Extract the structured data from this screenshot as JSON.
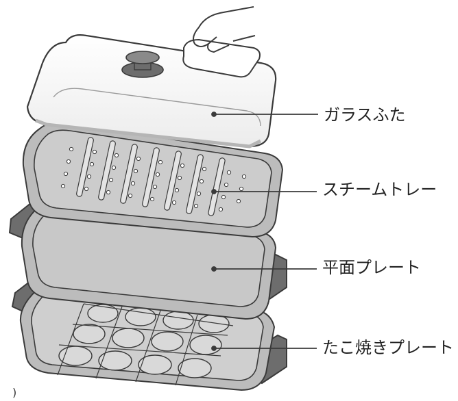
{
  "labels": {
    "glass_lid": "ガラスふた",
    "steam_tray": "スチームトレー",
    "flat_plate": "平面プレート",
    "takoyaki_plate": "たこ焼きプレート"
  },
  "corner_mark": "　)",
  "colors": {
    "outline": "#3a3a3a",
    "plate_gray": "#bcbcbc",
    "plate_inner": "#cfcfcf",
    "handle_dark": "#6d6d6d",
    "text": "#222222"
  }
}
